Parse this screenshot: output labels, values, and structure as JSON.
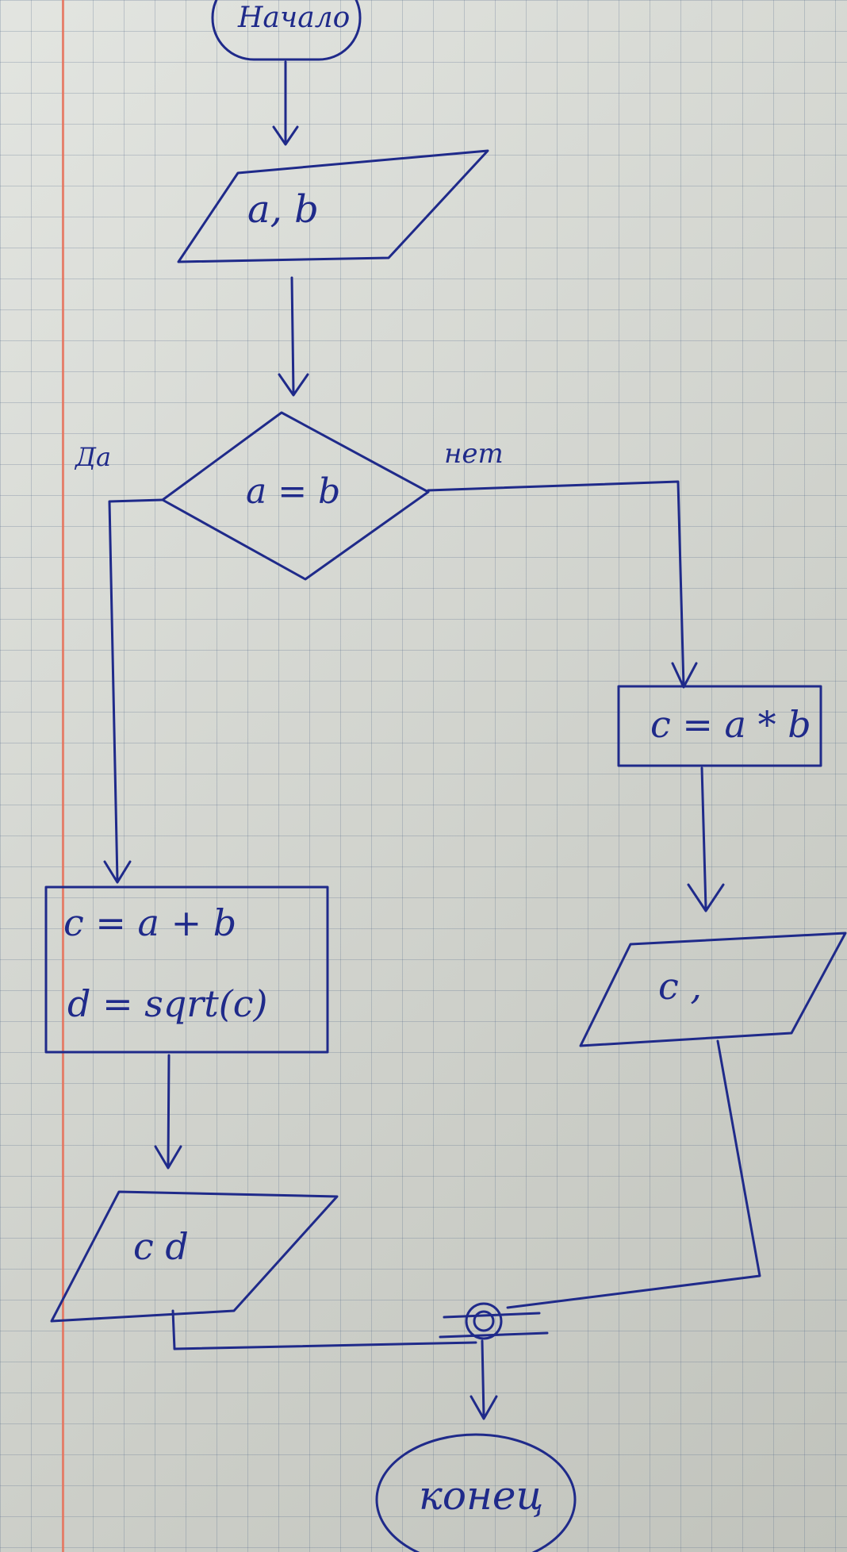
{
  "flowchart": {
    "start": "Начало",
    "input": "a, b",
    "condition": "a = b",
    "yes_label": "Да",
    "no_label": "нет",
    "yes_process_line1": "c = a + b",
    "yes_process_line2": "d = sqrt(c)",
    "yes_output": "c  d",
    "no_process": "c = a * b",
    "no_output": "c ,",
    "end": "конец"
  },
  "colors": {
    "ink": "#1f2a8a",
    "paper": "#d9dcd6",
    "margin": "#e8735c"
  }
}
